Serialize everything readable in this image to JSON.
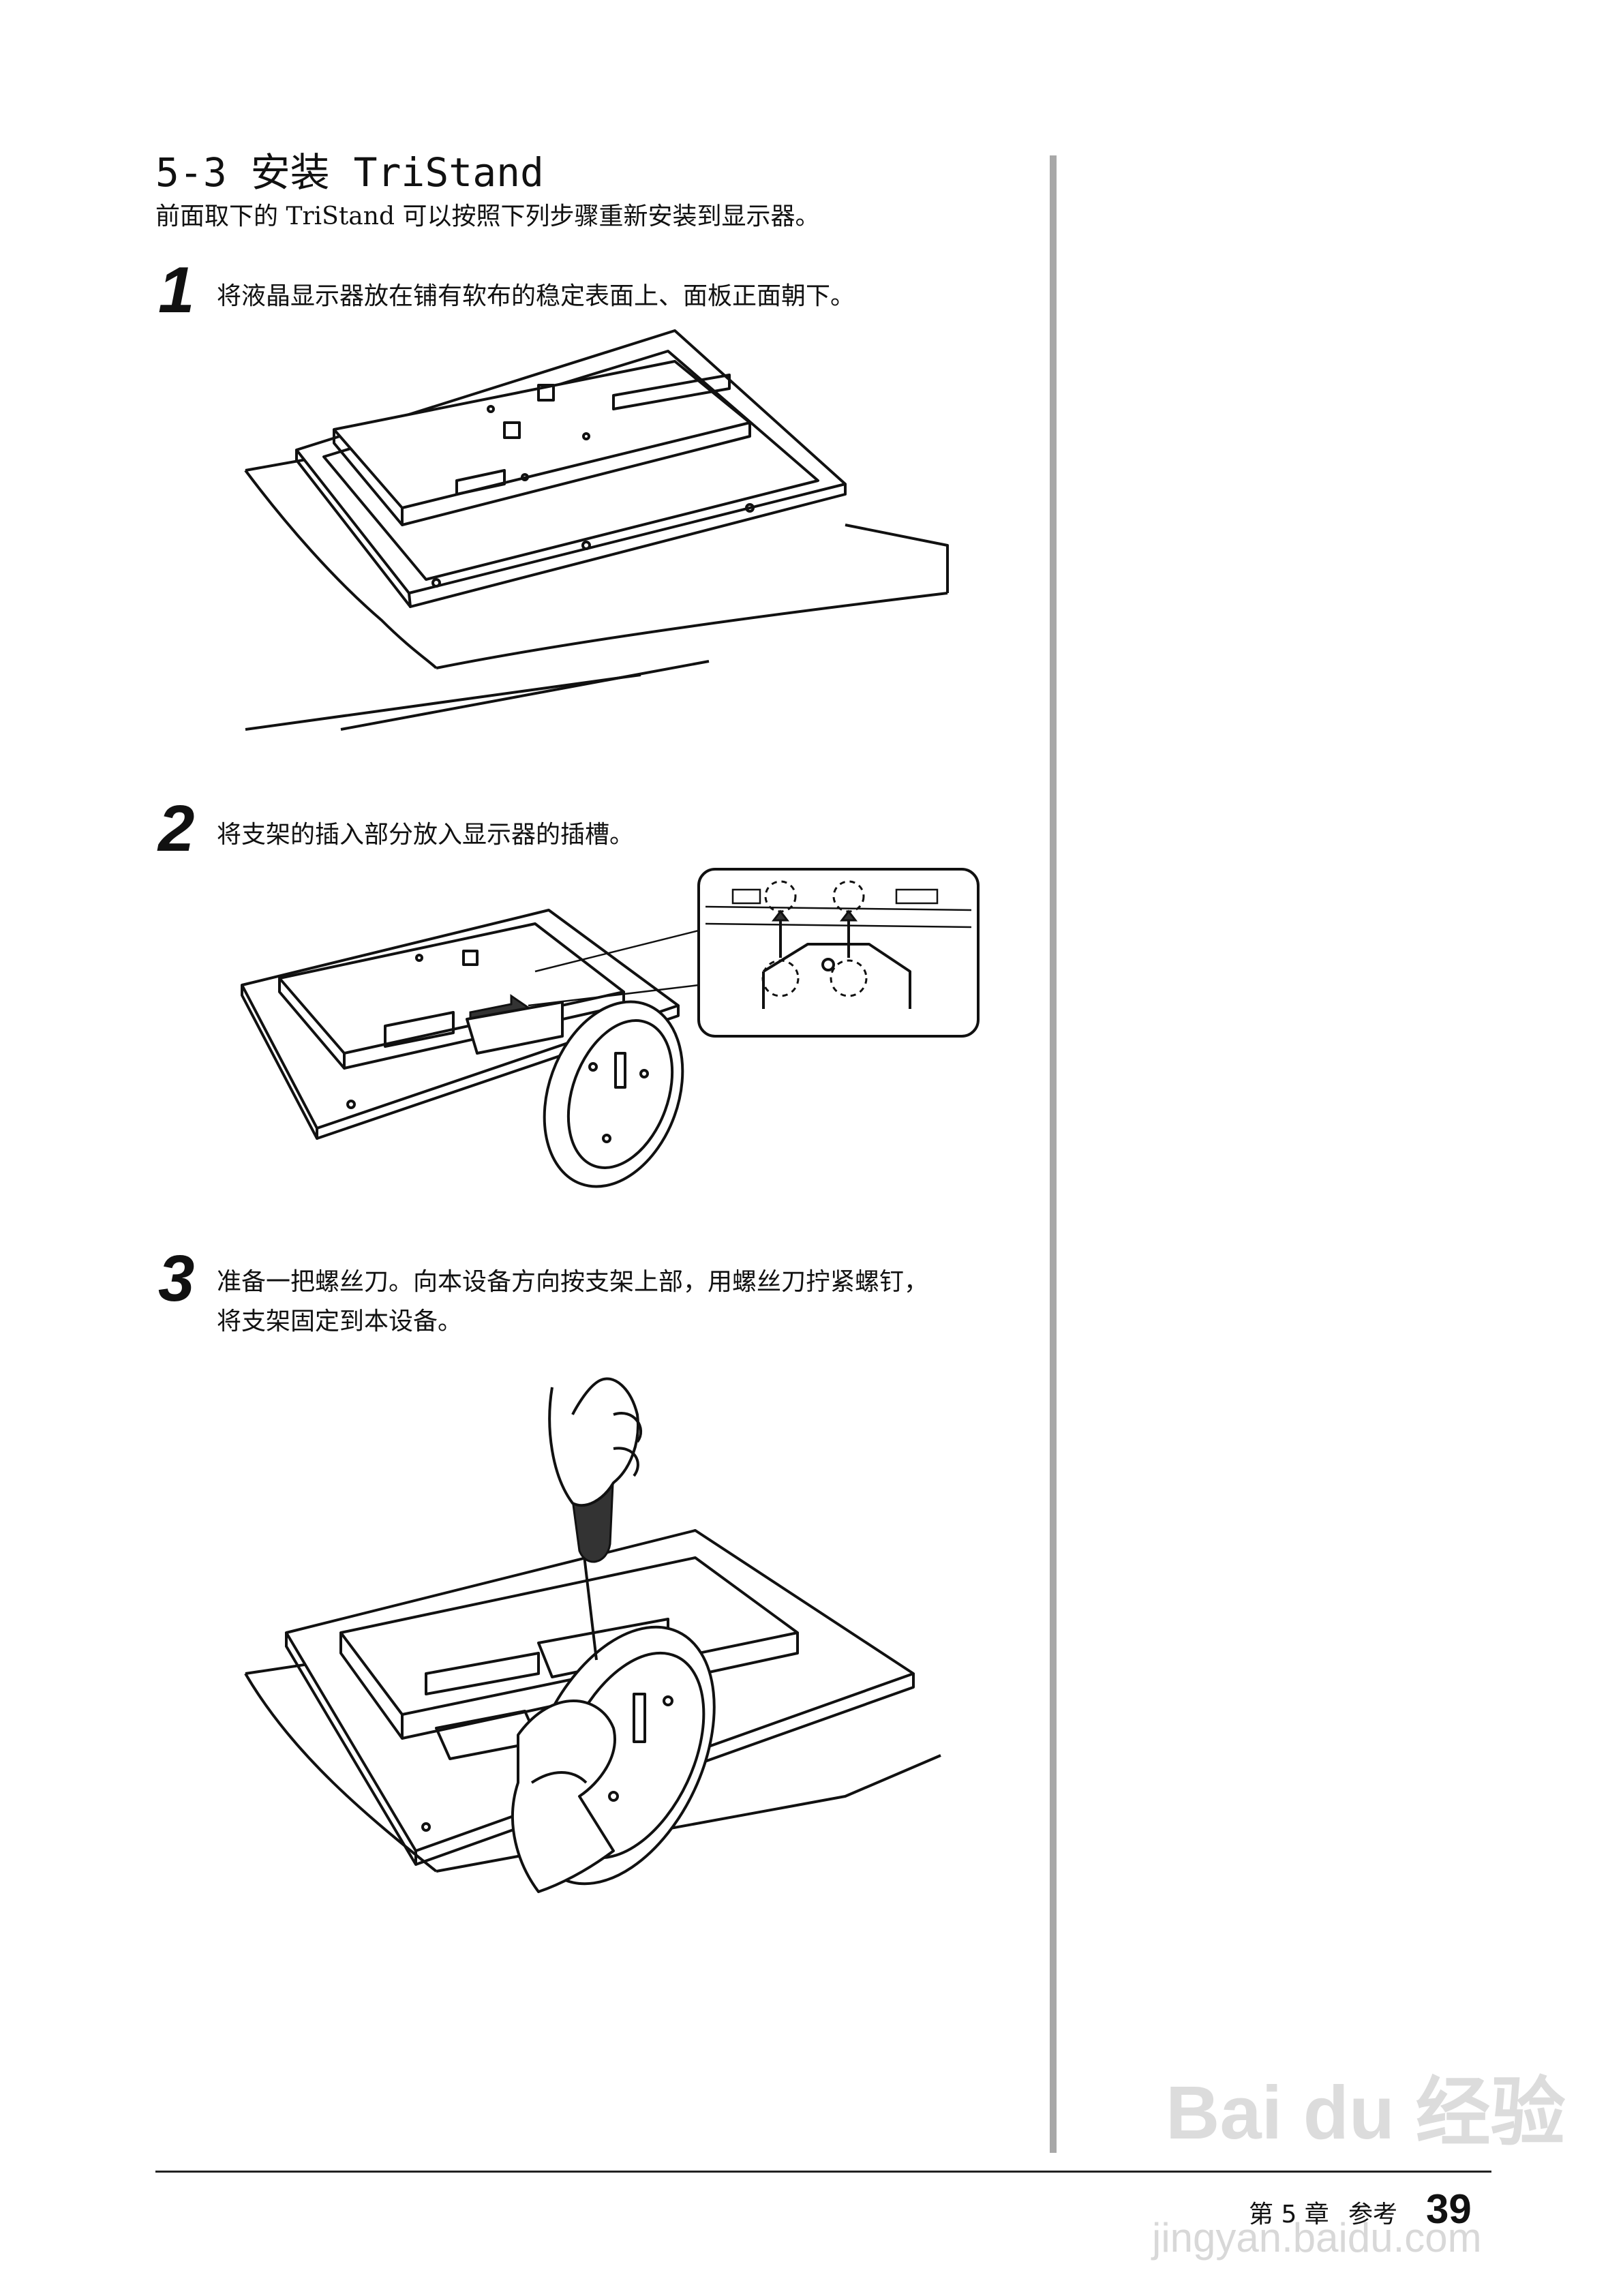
{
  "section": {
    "title": "5-3  安装 TriStand",
    "intro": "前面取下的 TriStand 可以按照下列步骤重新安装到显示器。"
  },
  "steps": [
    {
      "number": "1",
      "text": "将液晶显示器放在铺有软布的稳定表面上、面板正面朝下。"
    },
    {
      "number": "2",
      "text": "将支架的插入部分放入显示器的插槽。"
    },
    {
      "number": "3",
      "line1": "准备一把螺丝刀。向本设备方向按支架上部，用螺丝刀拧紧螺钉，",
      "line2": "将支架固定到本设备。"
    }
  ],
  "footer": {
    "chapter": "第 5 章",
    "section": "参考",
    "page": "39"
  },
  "watermark": {
    "brand": "Bai du 经验",
    "url": "jingyan.baidu.com"
  }
}
